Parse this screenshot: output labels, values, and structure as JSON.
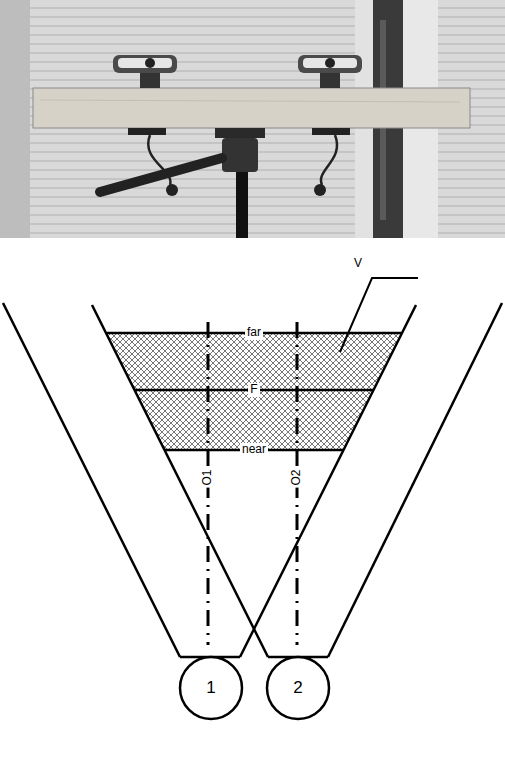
{
  "diagram": {
    "nodes": [
      {
        "text": [
          "1"
        ]
      },
      {
        "text": [
          "2"
        ]
      }
    ],
    "labels": [
      "V",
      "far",
      "F",
      "near",
      "O1",
      "O2"
    ]
  }
}
